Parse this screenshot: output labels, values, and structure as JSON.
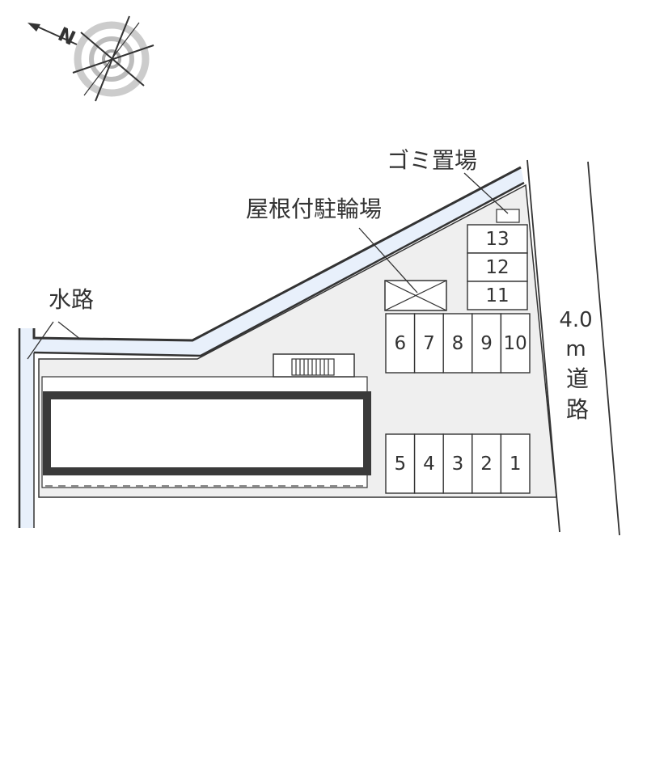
{
  "compass": {
    "north_letter": "N"
  },
  "labels": {
    "suiro": "水路",
    "bike_parking": "屋根付駐輪場",
    "garbage": "ゴミ置場",
    "road_width": "4.0",
    "road_unit": "m",
    "road_char1": "道",
    "road_char2": "路"
  },
  "parking": {
    "upper_row": [
      "6",
      "7",
      "8",
      "9",
      "10"
    ],
    "right_column": [
      "13",
      "12",
      "11"
    ],
    "lower_row": [
      "5",
      "4",
      "3",
      "2",
      "1"
    ]
  },
  "colors": {
    "lot_fill": "#efefef",
    "waterway_fill": "#e8f0fb",
    "line": "#333333",
    "building_border": "#3a3a3a"
  }
}
